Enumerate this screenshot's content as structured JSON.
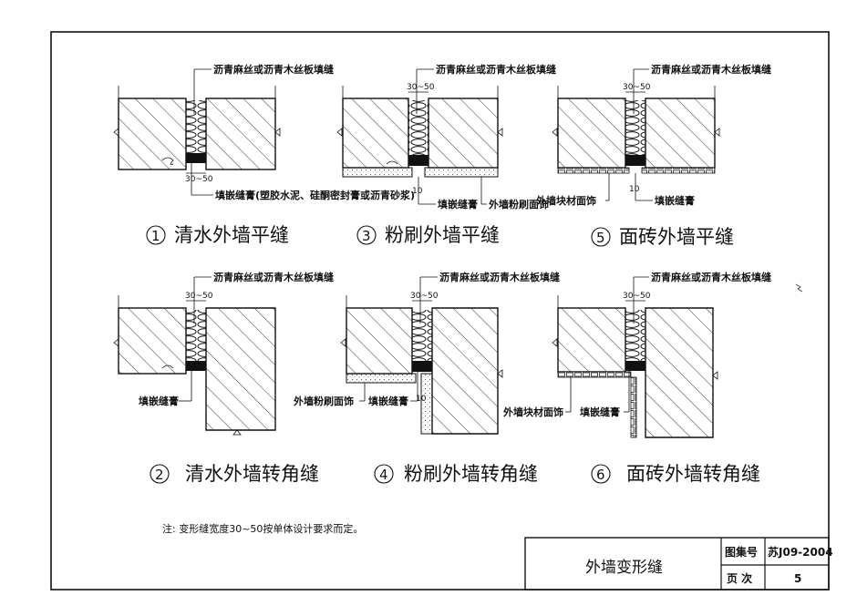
{
  "labels": {
    "filler": "沥青麻丝或沥青木丝板填缝",
    "sealant_full": "填嵌缝膏(塑胶水泥、硅酮密封膏或沥青砂浆)",
    "sealant": "填嵌缝膏",
    "plaster_finish": "外墙粉刷面饰",
    "tile_finish": "外墙块材面饰",
    "dim_gap": "30~50",
    "dim_10": "10"
  },
  "captions": {
    "c1_num": "1",
    "c1": "清水外墙平缝",
    "c2_num": "2",
    "c2": "清水外墙转角缝",
    "c3_num": "3",
    "c3": "粉刷外墙平缝",
    "c4_num": "4",
    "c4": "粉刷外墙转角缝",
    "c5_num": "5",
    "c5": "面砖外墙平缝",
    "c6_num": "6",
    "c6": "面砖外墙转角缝"
  },
  "note": "注: 变形缝宽度30~50按单体设计要求而定。",
  "titleblock": {
    "title": "外墙变形缝",
    "atlas_label": "图集号",
    "atlas_value": "苏J09-2004",
    "page_label": "页  次",
    "page_value": "5"
  }
}
